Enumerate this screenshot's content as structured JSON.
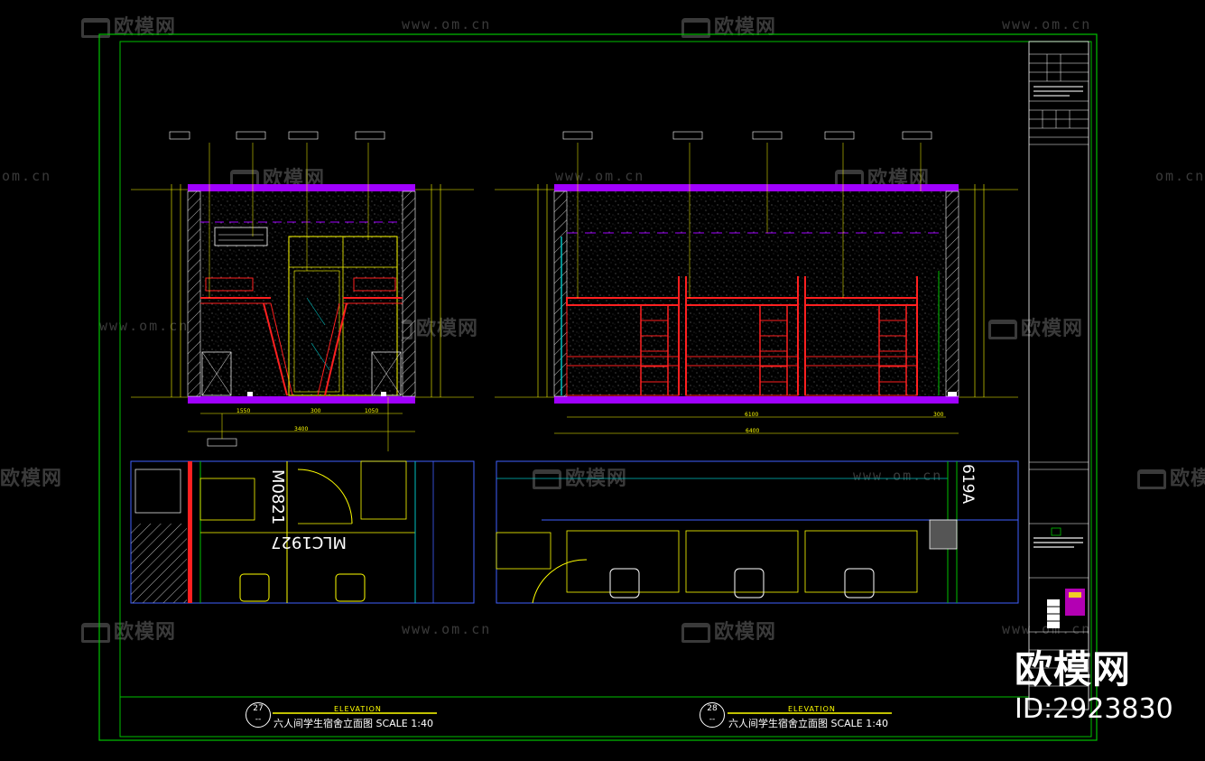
{
  "watermarks": {
    "brand": "欧模网",
    "url": "www.om.cn",
    "url_fragment": "om.cn",
    "brand_fragment": "欧模网"
  },
  "drawing": {
    "elevation_left": {
      "number": "27",
      "label": "ELEVATION",
      "title": "六人间学生宿舍立面图 SCALE 1:40"
    },
    "elevation_right": {
      "number": "28",
      "label": "ELEVATION",
      "title": "六人间学生宿舍立面图 SCALE 1:40"
    },
    "plan_labels": {
      "door_left": "M0821",
      "door_code": "MLC1927",
      "room_code": "619A"
    },
    "dimensions_left": [
      "1550",
      "300",
      "1050",
      "3400"
    ],
    "dimensions_right": [
      "6100",
      "300",
      "6400"
    ]
  },
  "logo": {
    "brand": "欧模网",
    "id_text": "ID:2923830"
  },
  "colors": {
    "background": "#000000",
    "frame": "#00c000",
    "wall": "#a000ff",
    "bed": "#ff2020",
    "furniture": "#ffff00",
    "text": "#ffffff"
  }
}
